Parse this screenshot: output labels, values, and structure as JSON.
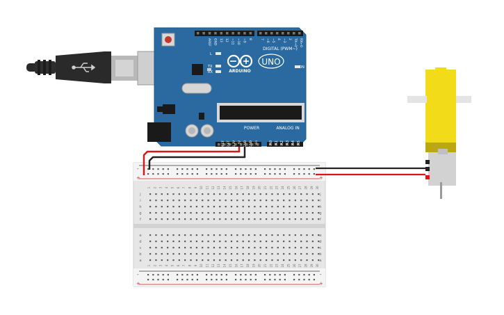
{
  "canvas": {
    "background": "#ffffff"
  },
  "colors": {
    "board": "#2a6aa0",
    "board_edge": "#1f5a8c",
    "header": "#1a1a1a",
    "breadboard": "#e6e6e6",
    "breadboard_rail": "#f4f4f4",
    "hole": "#5a5a5a",
    "rail_red": "#d21f1f",
    "rail_blue": "#3a3a3a",
    "wire_red": "#d81818",
    "wire_black": "#222222",
    "motor_yellow": "#f2dc1a",
    "motor_silver": "#c9c9c9",
    "usb": "#2a2a2a"
  },
  "arduino": {
    "brand": "ARDUINO",
    "model": "UNO",
    "logo_icon": "arduino-infinity-icon",
    "digital_label": "DIGITAL (PWM~)",
    "power_label": "POWER",
    "analog_label": "ANALOG IN",
    "on_label": "ON",
    "led_labels": [
      "L",
      "TX",
      "RX"
    ],
    "top_pins": [
      "AREF",
      "GND",
      "13",
      "12",
      "~11",
      "~10",
      "~9",
      "8",
      "7",
      "~6",
      "~5",
      "4",
      "~3",
      "2",
      "TX→1",
      "RX←0"
    ],
    "power_pins": [
      "IOREF",
      "RESET",
      "3.3V",
      "5V",
      "GND",
      "GND",
      "Vin"
    ],
    "analog_pins": [
      "A0",
      "A1",
      "A2",
      "A3",
      "A4",
      "A5"
    ]
  },
  "breadboard": {
    "columns": [
      "1",
      "2",
      "3",
      "4",
      "5",
      "6",
      "7",
      "8",
      "9",
      "10",
      "11",
      "12",
      "13",
      "14",
      "15",
      "16",
      "17",
      "18",
      "19",
      "20",
      "21",
      "22",
      "23",
      "24",
      "25",
      "26",
      "27",
      "28",
      "29",
      "30"
    ],
    "rows_top": [
      "j",
      "i",
      "h",
      "g",
      "f"
    ],
    "rows_bottom": [
      "e",
      "d",
      "c",
      "b",
      "a"
    ],
    "rail_minus": "-",
    "rail_plus": "+"
  },
  "usb_icon": "usb-symbol-icon",
  "motor": {
    "icon": "dc-gear-motor-icon"
  }
}
